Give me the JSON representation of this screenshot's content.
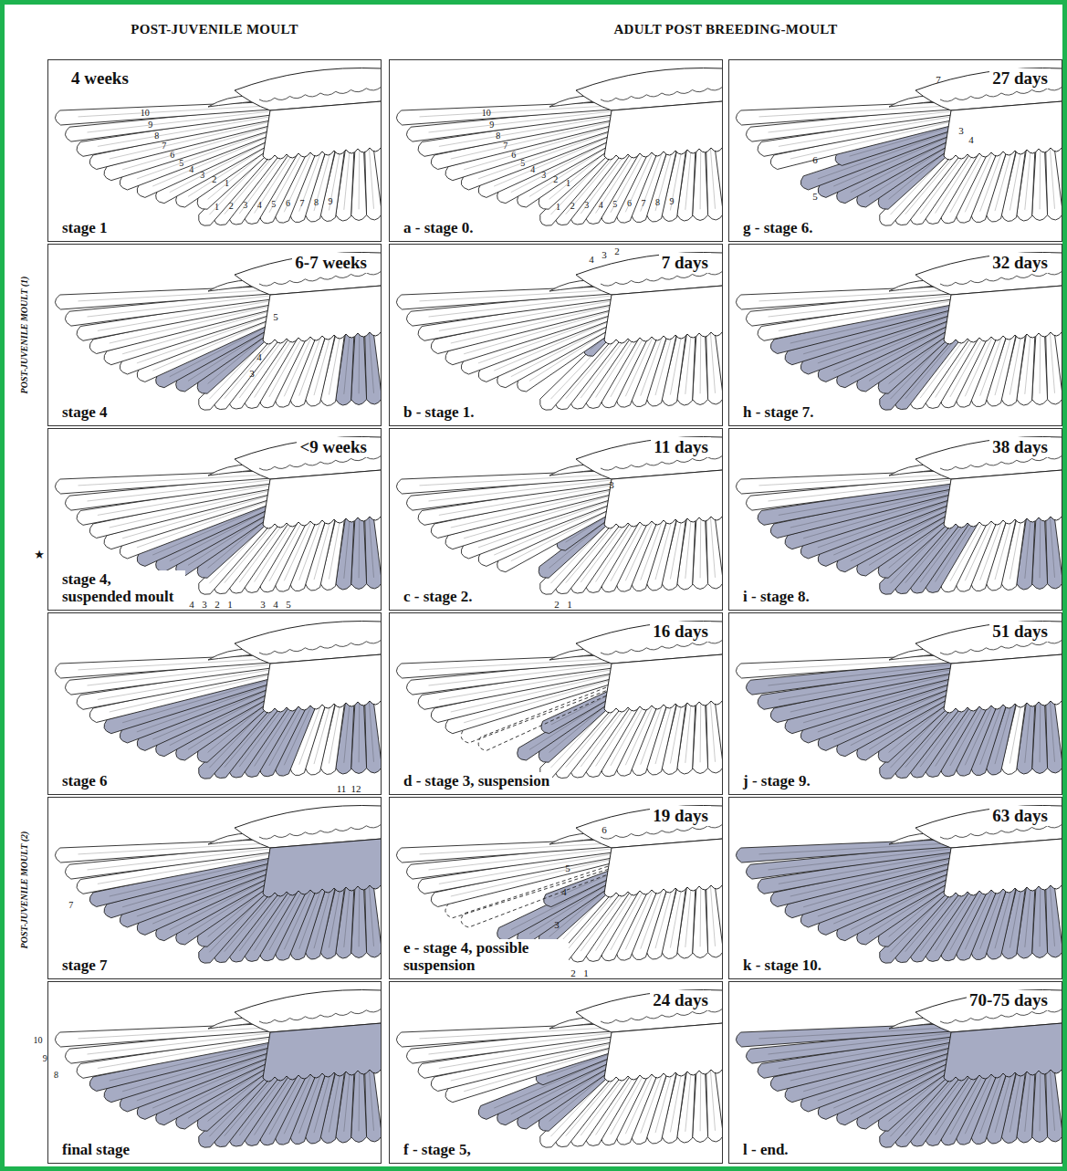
{
  "diagram": {
    "nodes": [
      {
        "text": [
          "4 weeks",
          "stage 1"
        ]
      },
      {
        "text": [
          "6-7 weeks",
          "stage 4"
        ]
      },
      {
        "text": [
          "<9 weeks",
          "stage 4, suspended moult"
        ]
      },
      {
        "text": [
          "stage 6"
        ]
      },
      {
        "text": [
          "stage 7"
        ]
      },
      {
        "text": [
          "final stage"
        ]
      },
      {
        "text": [
          "a - stage 0."
        ]
      },
      {
        "text": [
          "7 days",
          "b - stage 1."
        ]
      },
      {
        "text": [
          "11 days",
          "c - stage 2."
        ]
      },
      {
        "text": [
          "16 days",
          "d - stage 3, suspension"
        ]
      },
      {
        "text": [
          "19 days",
          "e - stage 4, possible suspension"
        ]
      },
      {
        "text": [
          "24 days",
          "f - stage 5,"
        ]
      },
      {
        "text": [
          "27 days",
          "g - stage 6."
        ]
      },
      {
        "text": [
          "32 days",
          "h - stage 7."
        ]
      },
      {
        "text": [
          "38 days",
          "i - stage 8."
        ]
      },
      {
        "text": [
          "51 days",
          "j - stage 9."
        ]
      },
      {
        "text": [
          "63 days",
          "k - stage 10."
        ]
      },
      {
        "text": [
          "70-75 days",
          "l - end."
        ]
      }
    ],
    "labels": [
      "POST-JUVENILE MOULT",
      "ADULT POST BREEDING-MOULT",
      "POST-JUVENILE MOULT (1)",
      "POST-JUVENILE MOULT (2)",
      "★",
      "10",
      "9",
      "8",
      "7",
      "6",
      "5",
      "4",
      "3",
      "2",
      "1",
      "1",
      "2",
      "3",
      "4",
      "5",
      "6",
      "7",
      "8",
      "9",
      "10",
      "9",
      "8",
      "7",
      "6",
      "5",
      "4",
      "3",
      "2",
      "1",
      "1",
      "2",
      "3",
      "4",
      "5",
      "6",
      "7",
      "8",
      "9",
      "5",
      "4",
      "3",
      "4",
      "3",
      "2",
      "1",
      "3",
      "4",
      "5",
      "11",
      "12",
      "7",
      "10",
      "9",
      "8",
      "4",
      "3",
      "2",
      "3",
      "2",
      "1",
      "6",
      "5",
      "4",
      "3",
      "2",
      "1",
      "7",
      "6",
      "5",
      "3",
      "4"
    ]
  }
}
